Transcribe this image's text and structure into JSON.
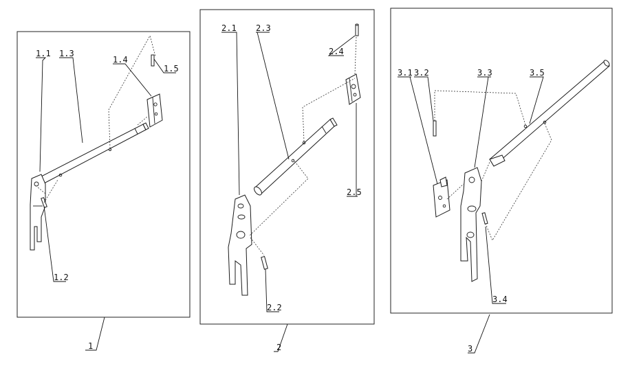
{
  "panels": [
    {
      "number": "1",
      "callouts": [
        "1.1",
        "1.2",
        "1.3",
        "1.4",
        "1.5"
      ]
    },
    {
      "number": "2",
      "callouts": [
        "2.1",
        "2.2",
        "2.3",
        "2.4",
        "2.5"
      ]
    },
    {
      "number": "3",
      "callouts": [
        "3.1",
        "3.2",
        "3.3",
        "3.4",
        "3.5"
      ]
    }
  ]
}
